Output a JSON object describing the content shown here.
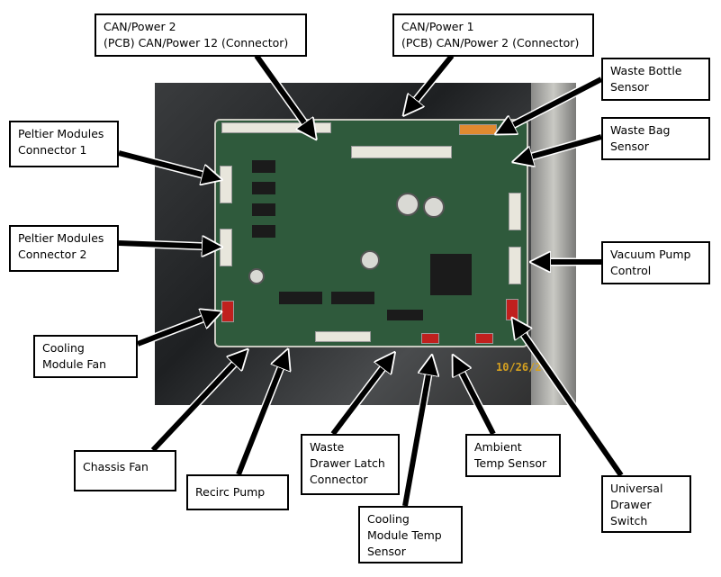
{
  "photo": {
    "date_stamp": "10/26/20"
  },
  "labels": {
    "can_power_2": [
      "CAN/Power 2",
      "(PCB) CAN/Power 12 (Connector)"
    ],
    "can_power_1": [
      "CAN/Power 1",
      "(PCB) CAN/Power 2 (Connector)"
    ],
    "waste_bottle_sensor": [
      "Waste Bottle",
      "Sensor"
    ],
    "waste_bag_sensor": [
      "Waste Bag",
      "Sensor"
    ],
    "peltier_1": [
      "Peltier Modules",
      "Connector 1"
    ],
    "peltier_2": [
      "Peltier Modules",
      "Connector 2"
    ],
    "vacuum_pump_control": [
      "Vacuum Pump",
      "Control"
    ],
    "cooling_module_fan": [
      "Cooling",
      "Module Fan"
    ],
    "chassis_fan": [
      "Chassis Fan"
    ],
    "recirc_pump": [
      "Recirc Pump"
    ],
    "waste_drawer_latch": [
      "Waste",
      "Drawer Latch",
      "Connector"
    ],
    "cooling_module_temp": [
      "Cooling",
      "Module Temp",
      "Sensor"
    ],
    "ambient_temp": [
      "Ambient",
      "Temp Sensor"
    ],
    "universal_drawer_switch": [
      "Universal",
      "Drawer",
      "Switch"
    ]
  }
}
